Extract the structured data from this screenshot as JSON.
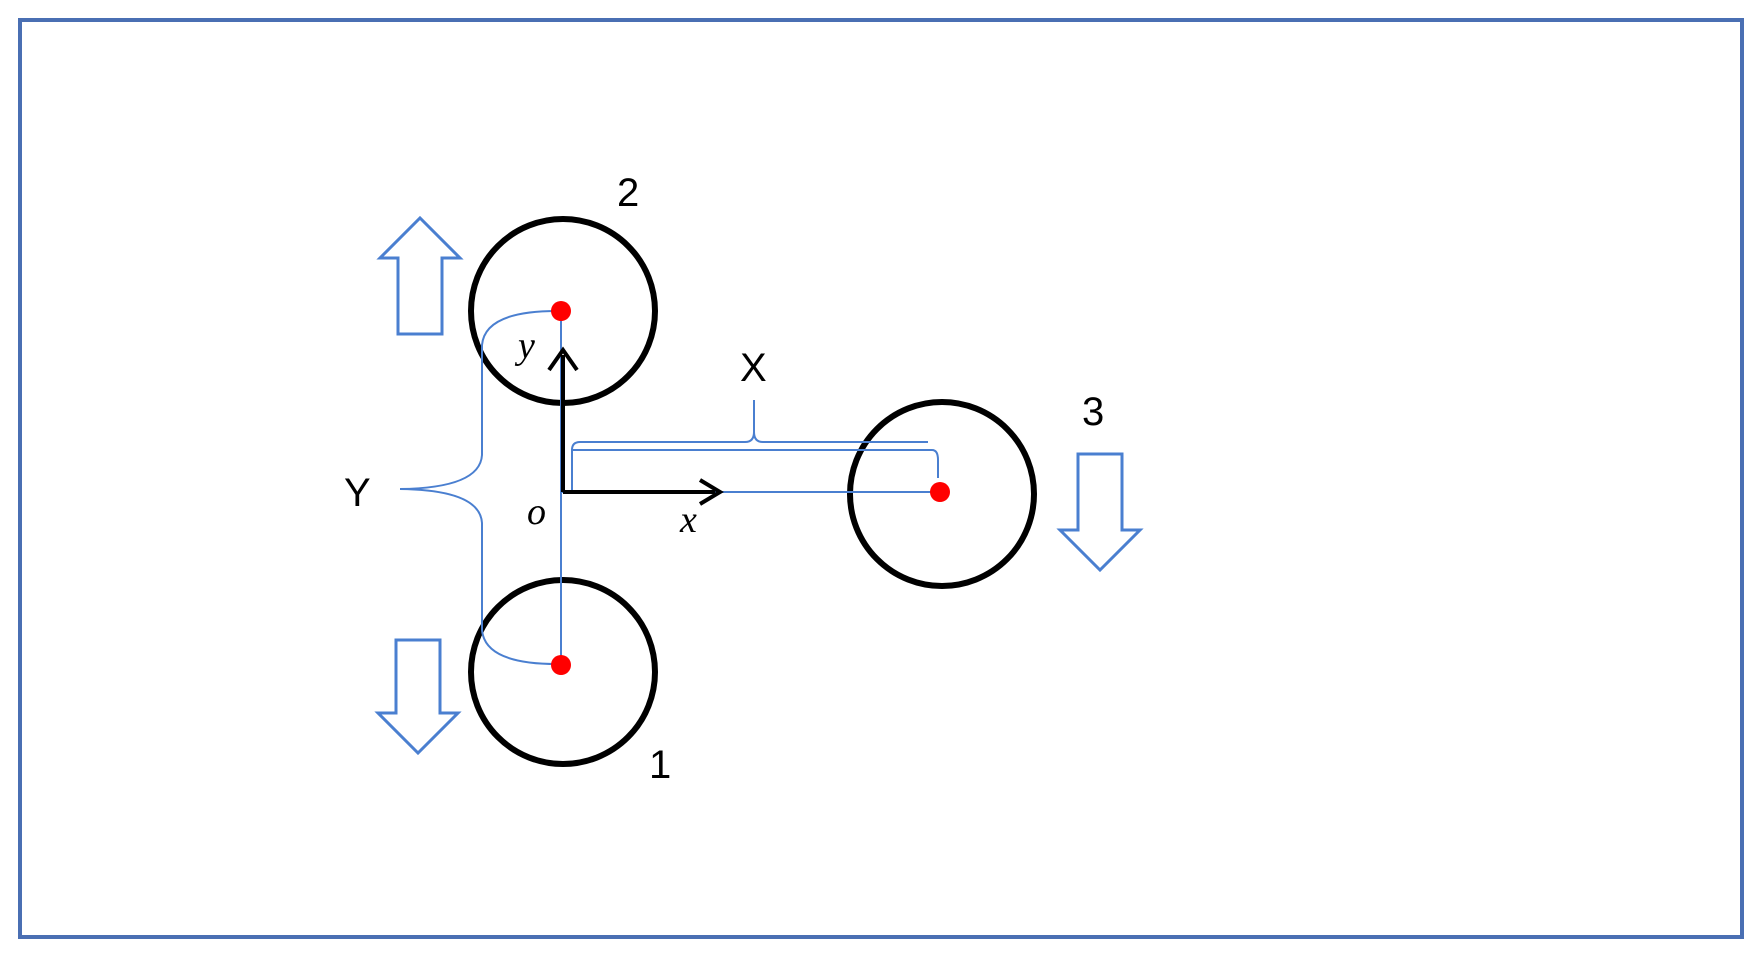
{
  "labels": {
    "wheel_1": "1",
    "wheel_2": "2",
    "wheel_3": "3",
    "dim_x": "X",
    "dim_y": "Y",
    "axis_x": "x",
    "axis_y": "y",
    "origin": "o"
  },
  "colors": {
    "frame": "#4a6fb3",
    "arrow_outline": "#4a7fd0",
    "guide_line": "#4a7fd0",
    "wheel_center": "#ff0000",
    "wheel_outline": "#000000",
    "axis": "#000000"
  },
  "motion": {
    "wheel_1": "down",
    "wheel_2": "up",
    "wheel_3": "down"
  }
}
